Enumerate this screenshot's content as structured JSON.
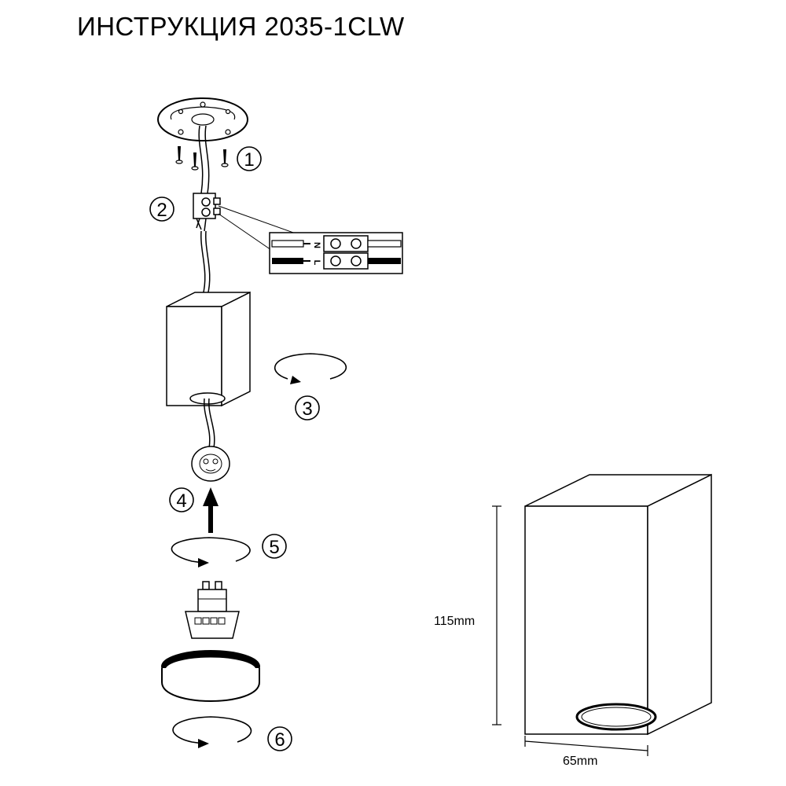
{
  "title": "ИНСТРУКЦИЯ 2035-1CLW",
  "steps": [
    "1",
    "2",
    "3",
    "4",
    "5",
    "6"
  ],
  "wiring": {
    "neutral": "N",
    "live": "L"
  },
  "dimensions": {
    "height": "115mm",
    "width": "65mm"
  }
}
